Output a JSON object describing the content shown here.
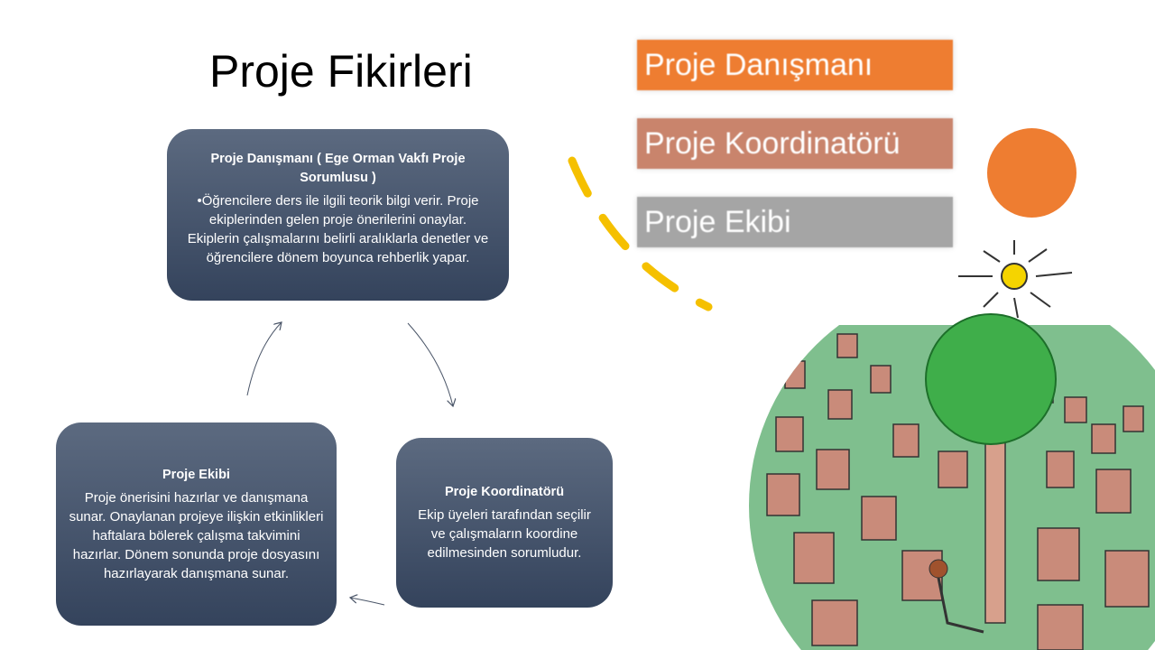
{
  "slide": {
    "title": "Proje Fikirleri"
  },
  "boxes": {
    "advisor": {
      "heading": "Proje Danışmanı ( Ege Orman Vakfı  Proje Sorumlusu )",
      "body": "•Öğrencilere ders ile ilgili  teorik bilgi verir. Proje ekiplerinden gelen proje önerilerini onaylar. Ekiplerin çalışmalarını belirli aralıklarla denetler ve öğrencilere dönem boyunca rehberlik yapar."
    },
    "coordinator": {
      "heading": "Proje Koordinatörü",
      "body": "Ekip üyeleri tarafından seçilir ve çalışmaların koordine edilmesinden sorumludur."
    },
    "team": {
      "heading": "Proje Ekibi",
      "body": "Proje önerisini hazırlar ve danışmana sunar. Onaylanan projeye ilişkin etkinlikleri  haftalara bölerek çalışma takvimini hazırlar. Dönem sonunda proje dosyasını hazırlayarak danışmana sunar."
    }
  },
  "legend": [
    {
      "label": "Proje Danışmanı",
      "color": "#ee7d31"
    },
    {
      "label": "Proje Koordinatörü",
      "color": "#c9846c"
    },
    {
      "label": "Proje Ekibi",
      "color": "#a5a5a5"
    }
  ],
  "colors": {
    "accent_dot": "#ee7d31",
    "arc": "#f5c000",
    "grass": "#7fbf8e"
  }
}
